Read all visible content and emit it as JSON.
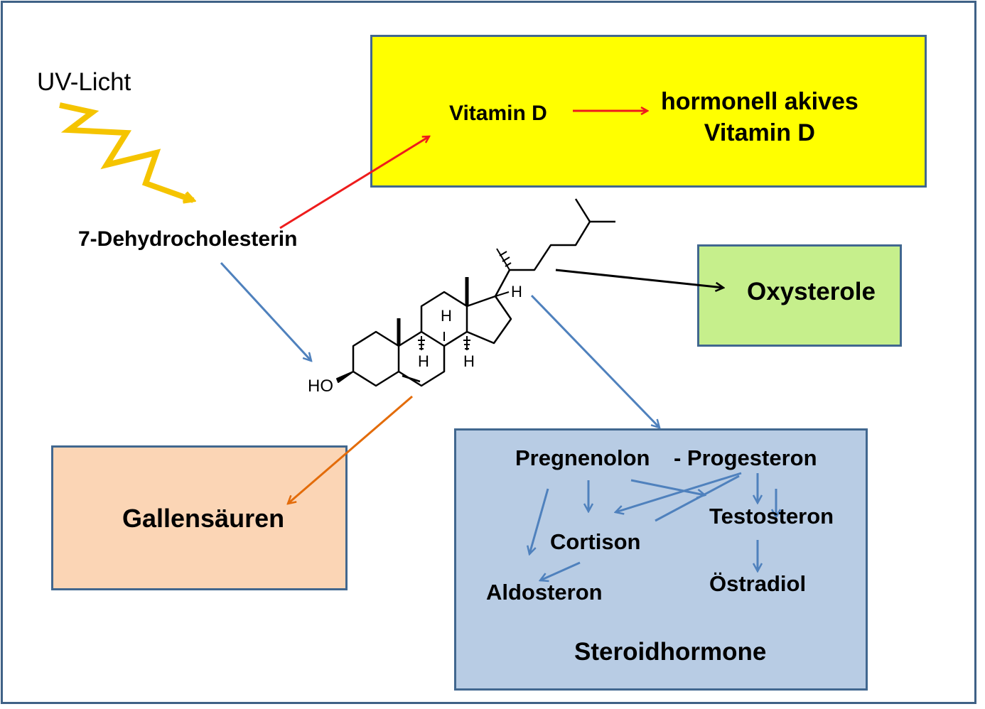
{
  "labels": {
    "uv_light": "UV-Licht",
    "dehydrocholesterol": "7-Dehydrocholesterin",
    "vitamin_d": "Vitamin D",
    "active_vitamin_d_line1": "hormonell akives",
    "active_vitamin_d_line2": "Vitamin D",
    "oxysterols": "Oxysterole",
    "bile_acids": "Gallensäuren",
    "pregnenolone": "Pregnenolon",
    "progesterone": "- Progesteron",
    "testosterone": "Testosteron",
    "cortisone": "Cortison",
    "aldosterone": "Aldosteron",
    "estradiol": "Östradiol",
    "steroid_hormones": "Steroidhormone"
  },
  "molecule": {
    "hydroxyl": "HO",
    "hydrogen": "H"
  },
  "colors": {
    "vitamin_d_box": "#ffff00",
    "oxysterol_box": "#c6ef8c",
    "bile_acid_box": "#fbd5b5",
    "steroid_box": "#b8cce4",
    "border": "#41678f",
    "arrow_red": "#ee1c1c",
    "arrow_blue": "#4f81bd",
    "arrow_orange": "#e36c0a",
    "arrow_black": "#000000",
    "uv_zigzag": "#f5c400"
  }
}
